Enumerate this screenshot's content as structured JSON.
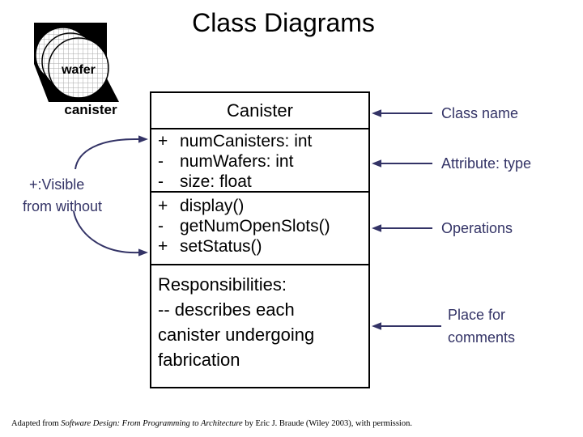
{
  "colors": {
    "accent": "#333366",
    "line": "#000000",
    "background": "#ffffff"
  },
  "title": "Class Diagrams",
  "logo": {
    "wafer": "wafer",
    "canister": "canister"
  },
  "uml": {
    "class_name": "Canister",
    "attributes": [
      {
        "vis": "+",
        "text": "numCanisters: int"
      },
      {
        "vis": "-",
        "text": "numWafers: int"
      },
      {
        "vis": "-",
        "text": "size: float"
      }
    ],
    "operations": [
      {
        "vis": "+",
        "text": "display()"
      },
      {
        "vis": "-",
        "text": "getNumOpenSlots()"
      },
      {
        "vis": "+",
        "text": "setStatus()"
      }
    ],
    "responsibilities": [
      "Responsibilities:",
      "-- describes each",
      "canister undergoing",
      "fabrication"
    ]
  },
  "annotations": {
    "visibility_note": [
      "+:Visible",
      "from without"
    ],
    "class_name_label": "Class name",
    "attribute_label": "Attribute: type",
    "operations_label": "Operations",
    "comments_label": [
      "Place for",
      "comments"
    ]
  },
  "footer": {
    "prefix": "Adapted from ",
    "book_title": "Software Design: From Programming to Architecture",
    "suffix": " by Eric J. Braude (Wiley 2003), with permission."
  }
}
